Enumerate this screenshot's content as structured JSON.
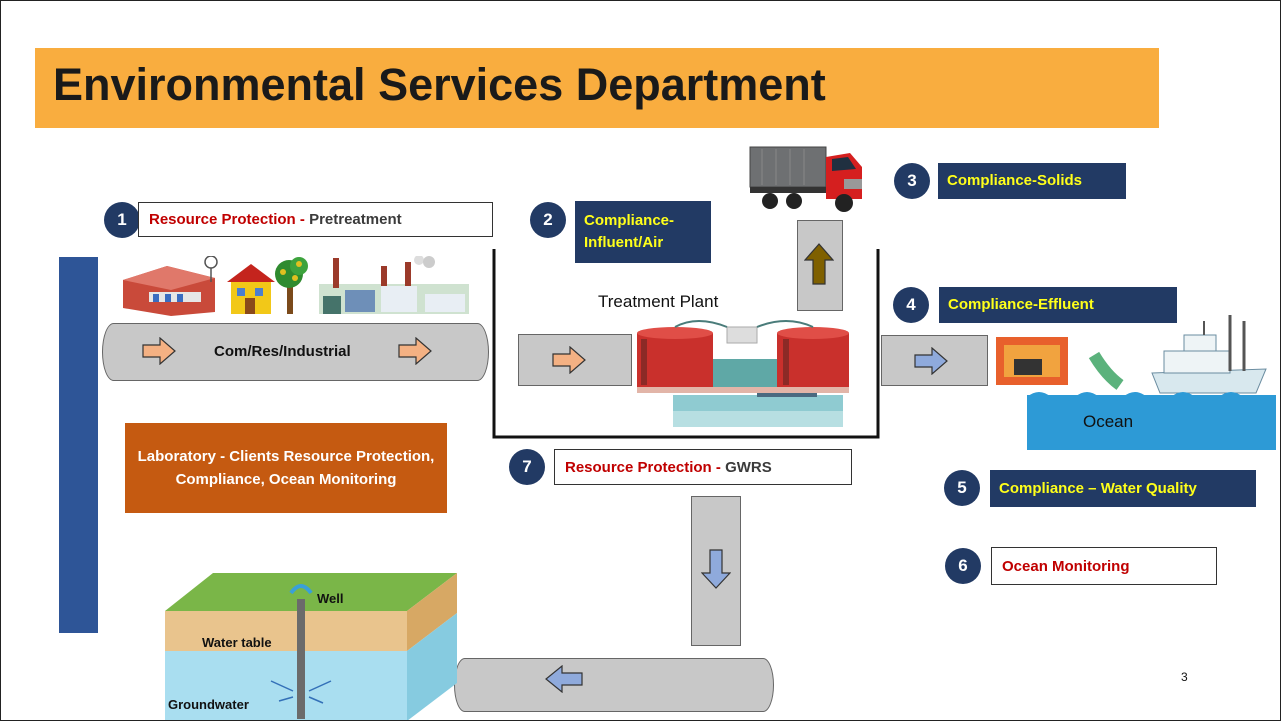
{
  "title": "Environmental Services Department",
  "page_number": "3",
  "items": [
    {
      "num": "1",
      "part1": "Resource Protection",
      "sep": " - ",
      "part2": "Pretreatment"
    },
    {
      "num": "2",
      "line1": "Compliance-",
      "line2": "Influent/Air"
    },
    {
      "num": "3",
      "label": "Compliance-Solids"
    },
    {
      "num": "4",
      "label": "Compliance-Effluent"
    },
    {
      "num": "5",
      "label": "Compliance – Water Quality"
    },
    {
      "num": "6",
      "label": "Ocean Monitoring"
    },
    {
      "num": "7",
      "part1": "Resource Protection",
      "sep": " - ",
      "part2": "GWRS"
    }
  ],
  "pipe_label": "Com/Res/Industrial",
  "treatment_plant": "Treatment Plant",
  "ocean": "Ocean",
  "lab_box": "Laboratory - Clients Resource Protection, Compliance, Ocean Monitoring",
  "groundwater": {
    "well": "Well",
    "water_table": "Water table",
    "groundwater": "Groundwater"
  },
  "colors": {
    "title_bar": "#f9ad3f",
    "badge": "#223a64",
    "yellow_text": "#ffff1a",
    "red_text": "#c00000",
    "lab_box": "#c55a11",
    "left_bar": "#2e5597"
  }
}
